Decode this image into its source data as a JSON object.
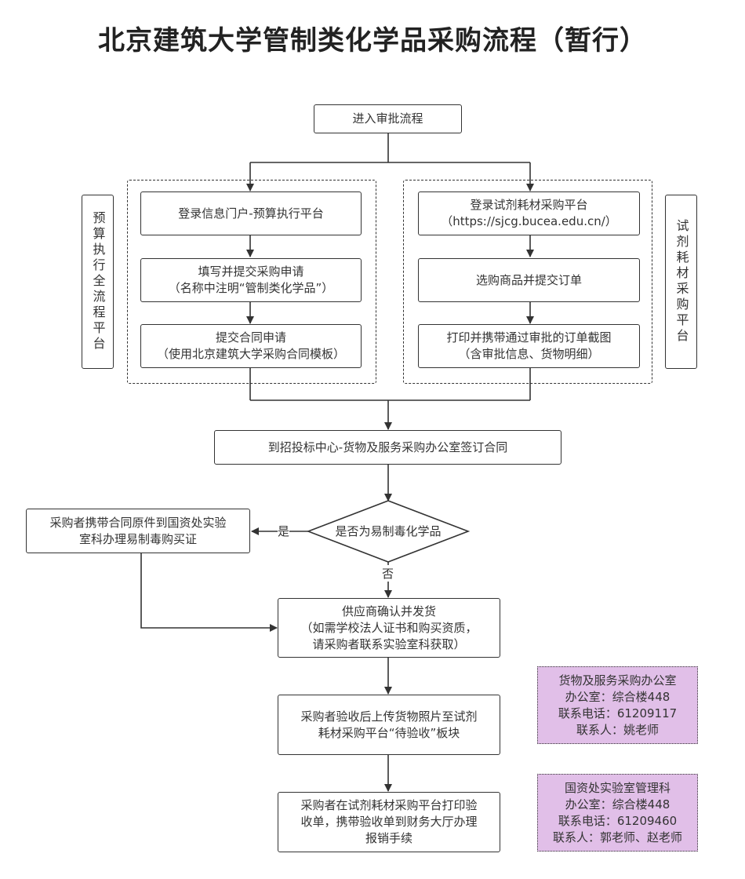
{
  "title": "北京建筑大学管制类化学品采购流程（暂行）",
  "start_node": "进入审批流程",
  "left_lane": {
    "label": "预算执行全流程平台",
    "steps": [
      {
        "lines": [
          "登录信息门户-预算执行平台"
        ]
      },
      {
        "lines": [
          "填写并提交采购申请",
          "（名称中注明“管制类化学品”）"
        ]
      },
      {
        "lines": [
          "提交合同申请",
          "（使用北京建筑大学采购合同模板）"
        ]
      }
    ]
  },
  "right_lane": {
    "label": "试剂耗材采购平台",
    "steps": [
      {
        "lines": [
          "登录试剂耗材采购平台",
          "（https://sjcg.bucea.edu.cn/）"
        ]
      },
      {
        "lines": [
          "选购商品并提交订单"
        ]
      },
      {
        "lines": [
          "打印并携带通过审批的订单截图",
          "（含审批信息、货物明细）"
        ]
      }
    ]
  },
  "sign_contract": "到招投标中心-货物及服务采购办公室签订合同",
  "decision": {
    "question": "是否为易制毒化学品",
    "yes_label": "是",
    "no_label": "否"
  },
  "yes_branch": {
    "lines": [
      "采购者携带合同原件到国资处实验",
      "室科办理易制毒购买证"
    ]
  },
  "ship_node": {
    "lines": [
      "供应商确认并发货",
      "（如需学校法人证书和购买资质，",
      "请采购者联系实验室科获取）"
    ]
  },
  "accept_node": {
    "lines": [
      "采购者验收后上传货物照片至试剂",
      "耗材采购平台“待验收”板块"
    ]
  },
  "reimburse_node": {
    "lines": [
      "采购者在试剂耗材采购平台打印验",
      "收单，携带验收单到财务大厅办理",
      "报销手续"
    ]
  },
  "contacts": [
    {
      "lines": [
        "货物及服务采购办公室",
        "办公室：综合楼448",
        "联系电话：61209117",
        "联系人：姚老师"
      ]
    },
    {
      "lines": [
        "国资处实验室管理科",
        "办公室：综合楼448",
        "联系电话：61209460",
        "联系人：郭老师、赵老师"
      ]
    }
  ],
  "colors": {
    "line": "#333333",
    "contact_fill": "#e1bfe8"
  }
}
